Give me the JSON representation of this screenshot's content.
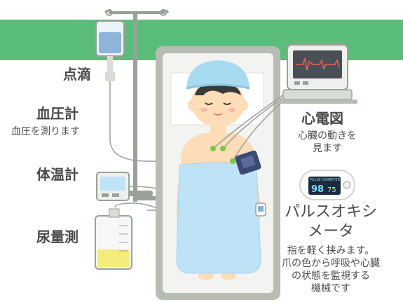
{
  "labels": {
    "drip": "点滴",
    "blood_pressure": "血圧計",
    "blood_pressure_desc": "血圧を測ります",
    "thermometer": "体温計",
    "urine": "尿量測",
    "ecg": "心電図",
    "ecg_desc_line1": "心臓の動きを",
    "ecg_desc_line2": "見ます",
    "oximeter_line1": "パルスオキシ",
    "oximeter_line2": "メータ",
    "oximeter_desc_line1": "指を軽く挟みます。",
    "oximeter_desc_line2": "爪の色から呼吸や心臓",
    "oximeter_desc_line3": "の状態を監視する",
    "oximeter_desc_line4": "機械です"
  },
  "device": {
    "oximeter_brand": "PULSE OXIMETER",
    "oximeter_spo2": "98",
    "oximeter_pulse": "75"
  },
  "colors": {
    "band_green": "#5bbd7a",
    "bed_frame": "#b7bdb2",
    "sheet_blue": "#bfe3f6",
    "cap_blue": "#a8dbf2",
    "skin": "#fddcb8",
    "electrode_green": "#7ac943",
    "urine_yellow": "#f4ec7c",
    "cuff_navy": "#3c4a73"
  }
}
